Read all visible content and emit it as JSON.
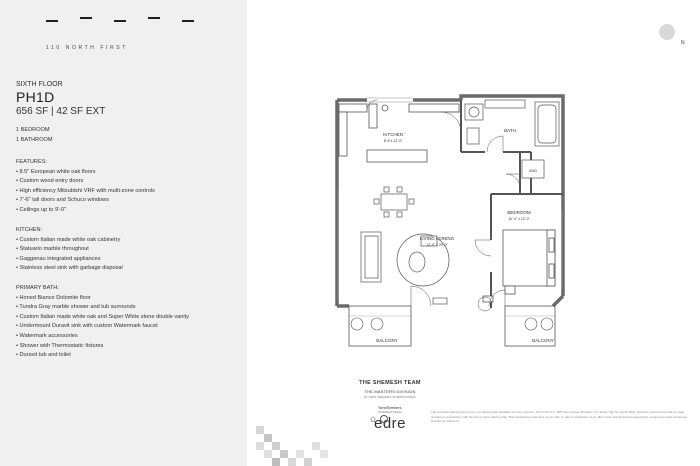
{
  "logo": {
    "tagline": "110 NORTH FIRST"
  },
  "unit": {
    "floor": "SIXTH FLOOR",
    "name": "PH1D",
    "area": "656 SF | 42 SF EXT",
    "bedrooms": "1 BEDROOM",
    "bathrooms": "1 BATHROOM"
  },
  "features": {
    "title": "FEATURES:",
    "items": [
      "8.5\" European white oak floors",
      "Custom wood entry doors",
      "High efficiency Mitsubishi VRF with multi-zone controls",
      "7'-6\" tall doors and Schuco windows",
      "Ceilings up to 9'-0\""
    ]
  },
  "kitchen": {
    "title": "KITCHEN:",
    "items": [
      "Custom Italian made white oak cabinetry",
      "Statuario marble throughout",
      "Gaggenau integrated appliances",
      "Stainless steel sink with garbage disposal"
    ]
  },
  "bath": {
    "title": "PRIMARY BATH:",
    "items": [
      "Honed Bianco Dolomite floor",
      "Tundra Gray marble shower and tub surrounds",
      "Custom Italian made white oak and Super White stone double vanity",
      "Undermount Duravit sink with custom Watermark faucet",
      "Watermark accessories",
      "Shower with Thermostatic fixtures",
      "Duravit tub and toilet"
    ]
  },
  "plan": {
    "kitchen": "KITCHEN",
    "kitchen_dim": "8'-5\"x 12'-0\"",
    "bath": "BATH",
    "wd": "W/D",
    "living": "LIVING / DINING",
    "living_dim": "12'-0\" x 20'-0\"",
    "bedroom": "BEDROOM",
    "bedroom_dim": "10'-4\" x 12'-0\"",
    "balcony_left": "BALCONY",
    "balcony_right": "BALCONY"
  },
  "compass": {
    "label": "N"
  },
  "brands": {
    "team": "THE SHEMESH TEAM",
    "division": "THE MASTERS DIVISION",
    "division_sub": "AT NEST SEEKERS INTERNATIONAL",
    "nest": "NestSeekers",
    "nest_sub": "INTERNATIONAL",
    "edre": "edre"
  },
  "disclaimer": "The complete offering terms are in an offering plan available from the sponsor. 110 N 1St LLC, 385 Union Street, Brooklyn, NY 11231. File No. CD12-0001. Sponsor reserves the right to make changes in accordance with the terms of the offering plan. This advertising material is not an offer to sell nor solicitation of an offer to buy. Equal housing opportunity. Images are artist renderings and are for reference."
}
